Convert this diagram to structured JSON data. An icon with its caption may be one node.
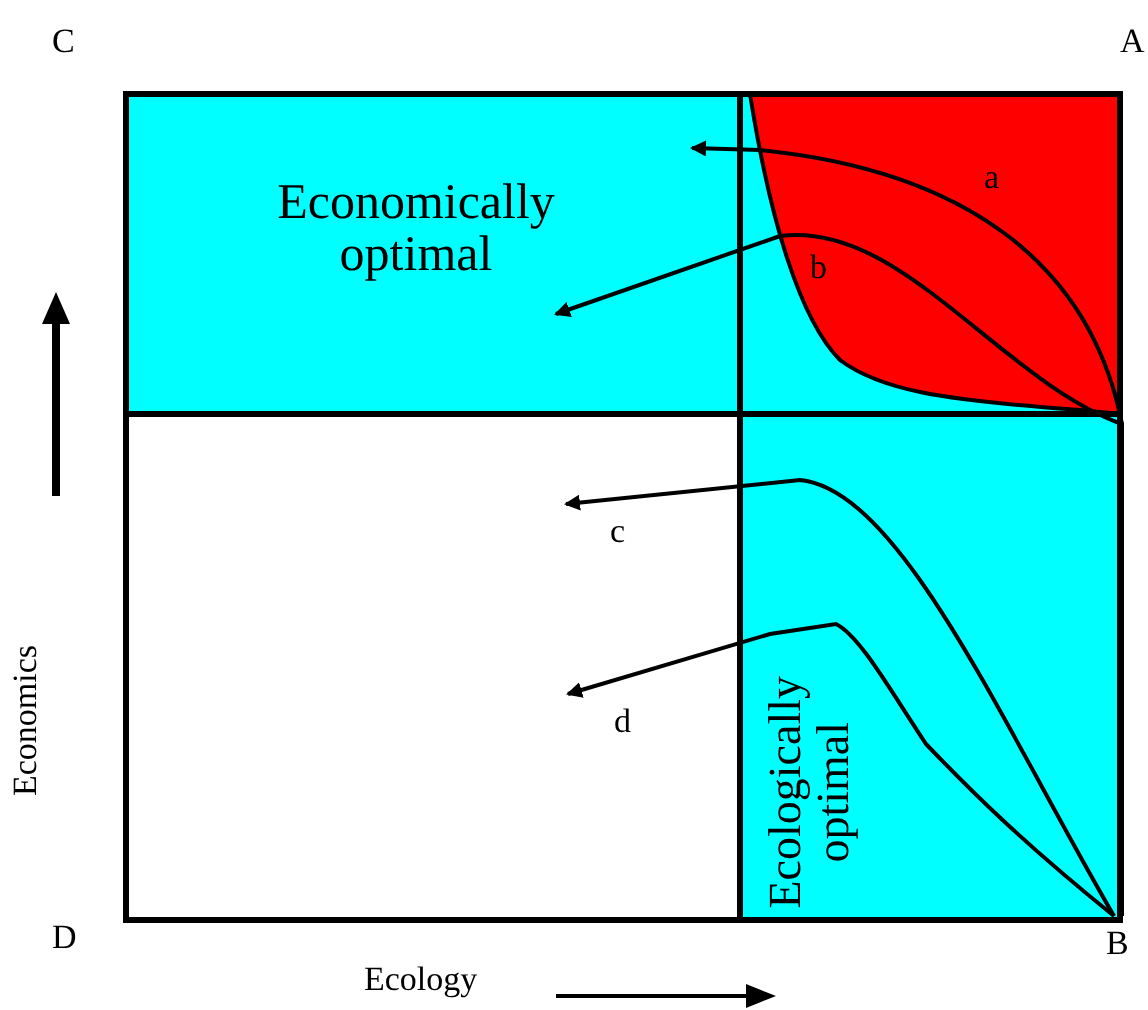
{
  "diagram": {
    "nodes": [
      {
        "text": [
          "Economically optimal"
        ]
      },
      {
        "text": [
          "Ecologically optimal"
        ]
      },
      {
        "text": [
          "B"
        ]
      }
    ],
    "edges": [
      {
        "from": 2,
        "to": 0,
        "arrow": "to",
        "label": "a"
      },
      {
        "from": 2,
        "to": 0,
        "arrow": "to",
        "label": "b"
      },
      {
        "from": 2,
        "to": null,
        "arrow": "to",
        "label": "c"
      },
      {
        "from": 2,
        "to": null,
        "arrow": "to",
        "label": "d"
      }
    ],
    "labels": [
      "C",
      "A",
      "Economics",
      "D",
      "Ecology"
    ]
  }
}
